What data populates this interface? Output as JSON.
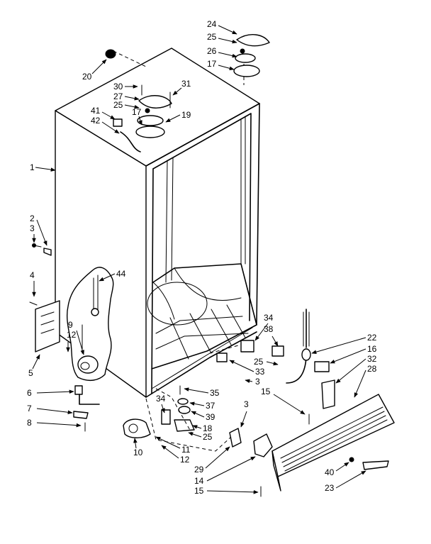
{
  "callouts": [
    "1",
    "2",
    "3",
    "3",
    "3",
    "4",
    "5",
    "6",
    "7",
    "8",
    "9",
    "10",
    "11",
    "12",
    "12",
    "14",
    "15",
    "15",
    "16",
    "17",
    "17",
    "18",
    "19",
    "20",
    "22",
    "23",
    "24",
    "25",
    "25",
    "25",
    "25",
    "26",
    "27",
    "28",
    "29",
    "30",
    "31",
    "32",
    "33",
    "34",
    "34",
    "35",
    "37",
    "38",
    "39",
    "40",
    "41",
    "42",
    "44"
  ]
}
